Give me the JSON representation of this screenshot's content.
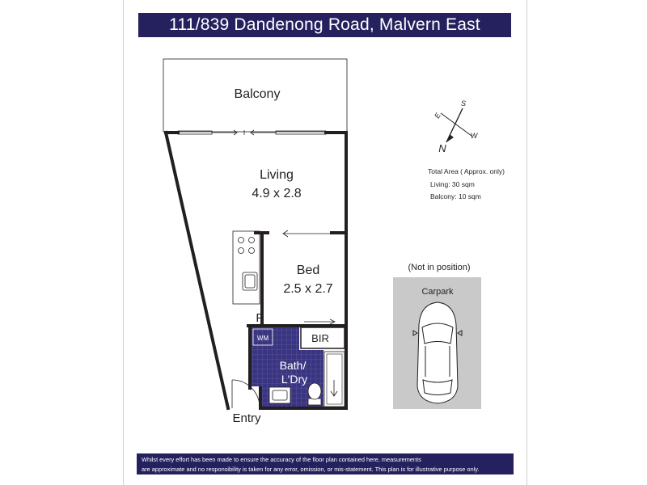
{
  "header": {
    "title": "111/839 Dandenong Road, Malvern East"
  },
  "rooms": {
    "balcony": "Balcony",
    "living": "Living",
    "living_dims": "4.9 x 2.8",
    "bed": "Bed",
    "bed_dims": "2.5 x 2.7",
    "fridge": "F",
    "wm": "WM",
    "bir": "BIR",
    "bath_line1": "Bath/",
    "bath_line2": "L'Dry",
    "entry": "Entry"
  },
  "compass": {
    "north": "N",
    "south": "S",
    "east": "E",
    "west": "W"
  },
  "area_info": {
    "title": "Total Area ( Approx. only)",
    "living": "Living: 30 sqm",
    "balcony": "Balcony: 10 sqm"
  },
  "carpark": {
    "note": "(Not in position)",
    "label": "Carpark"
  },
  "footer": {
    "line1": "Whilst every effort has been made to ensure the accuracy of the floor plan contained here, measurements",
    "line2": "are approximate and no responsibility is taken for any error, omission, or mis-statement. This plan is for illustrative purpose only."
  },
  "colors": {
    "banner": "#25215e",
    "wet_area": "#3a3580",
    "carpark_fill": "#c9c9c9",
    "wall": "#231f20"
  }
}
